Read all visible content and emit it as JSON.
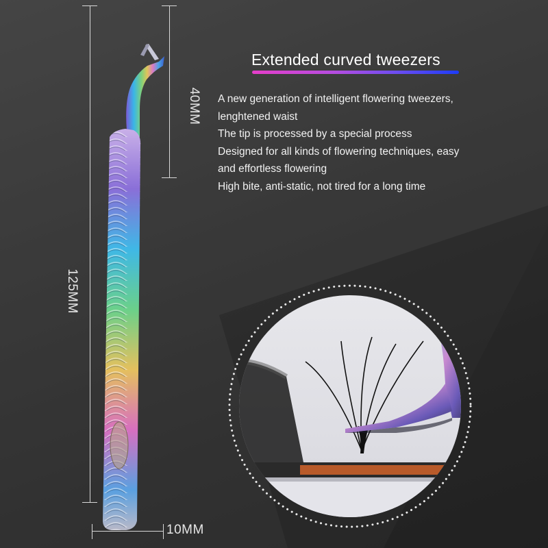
{
  "title": "Extended curved tweezers",
  "description_lines": [
    "A new generation of intelligent flowering tweezers,",
    "lenghtened waist",
    "The tip is processed by a special process",
    "Designed for all kinds of flowering techniques, easy",
    "and effortless flowering",
    "High bite, anti-static, not tired for a long time"
  ],
  "dimensions": {
    "total_length": "125MM",
    "tip_length": "40MM",
    "width": "10MM"
  },
  "colors": {
    "title_gradient_start": "#e53ec9",
    "title_gradient_end": "#1d3cf7",
    "background": "#333333"
  }
}
